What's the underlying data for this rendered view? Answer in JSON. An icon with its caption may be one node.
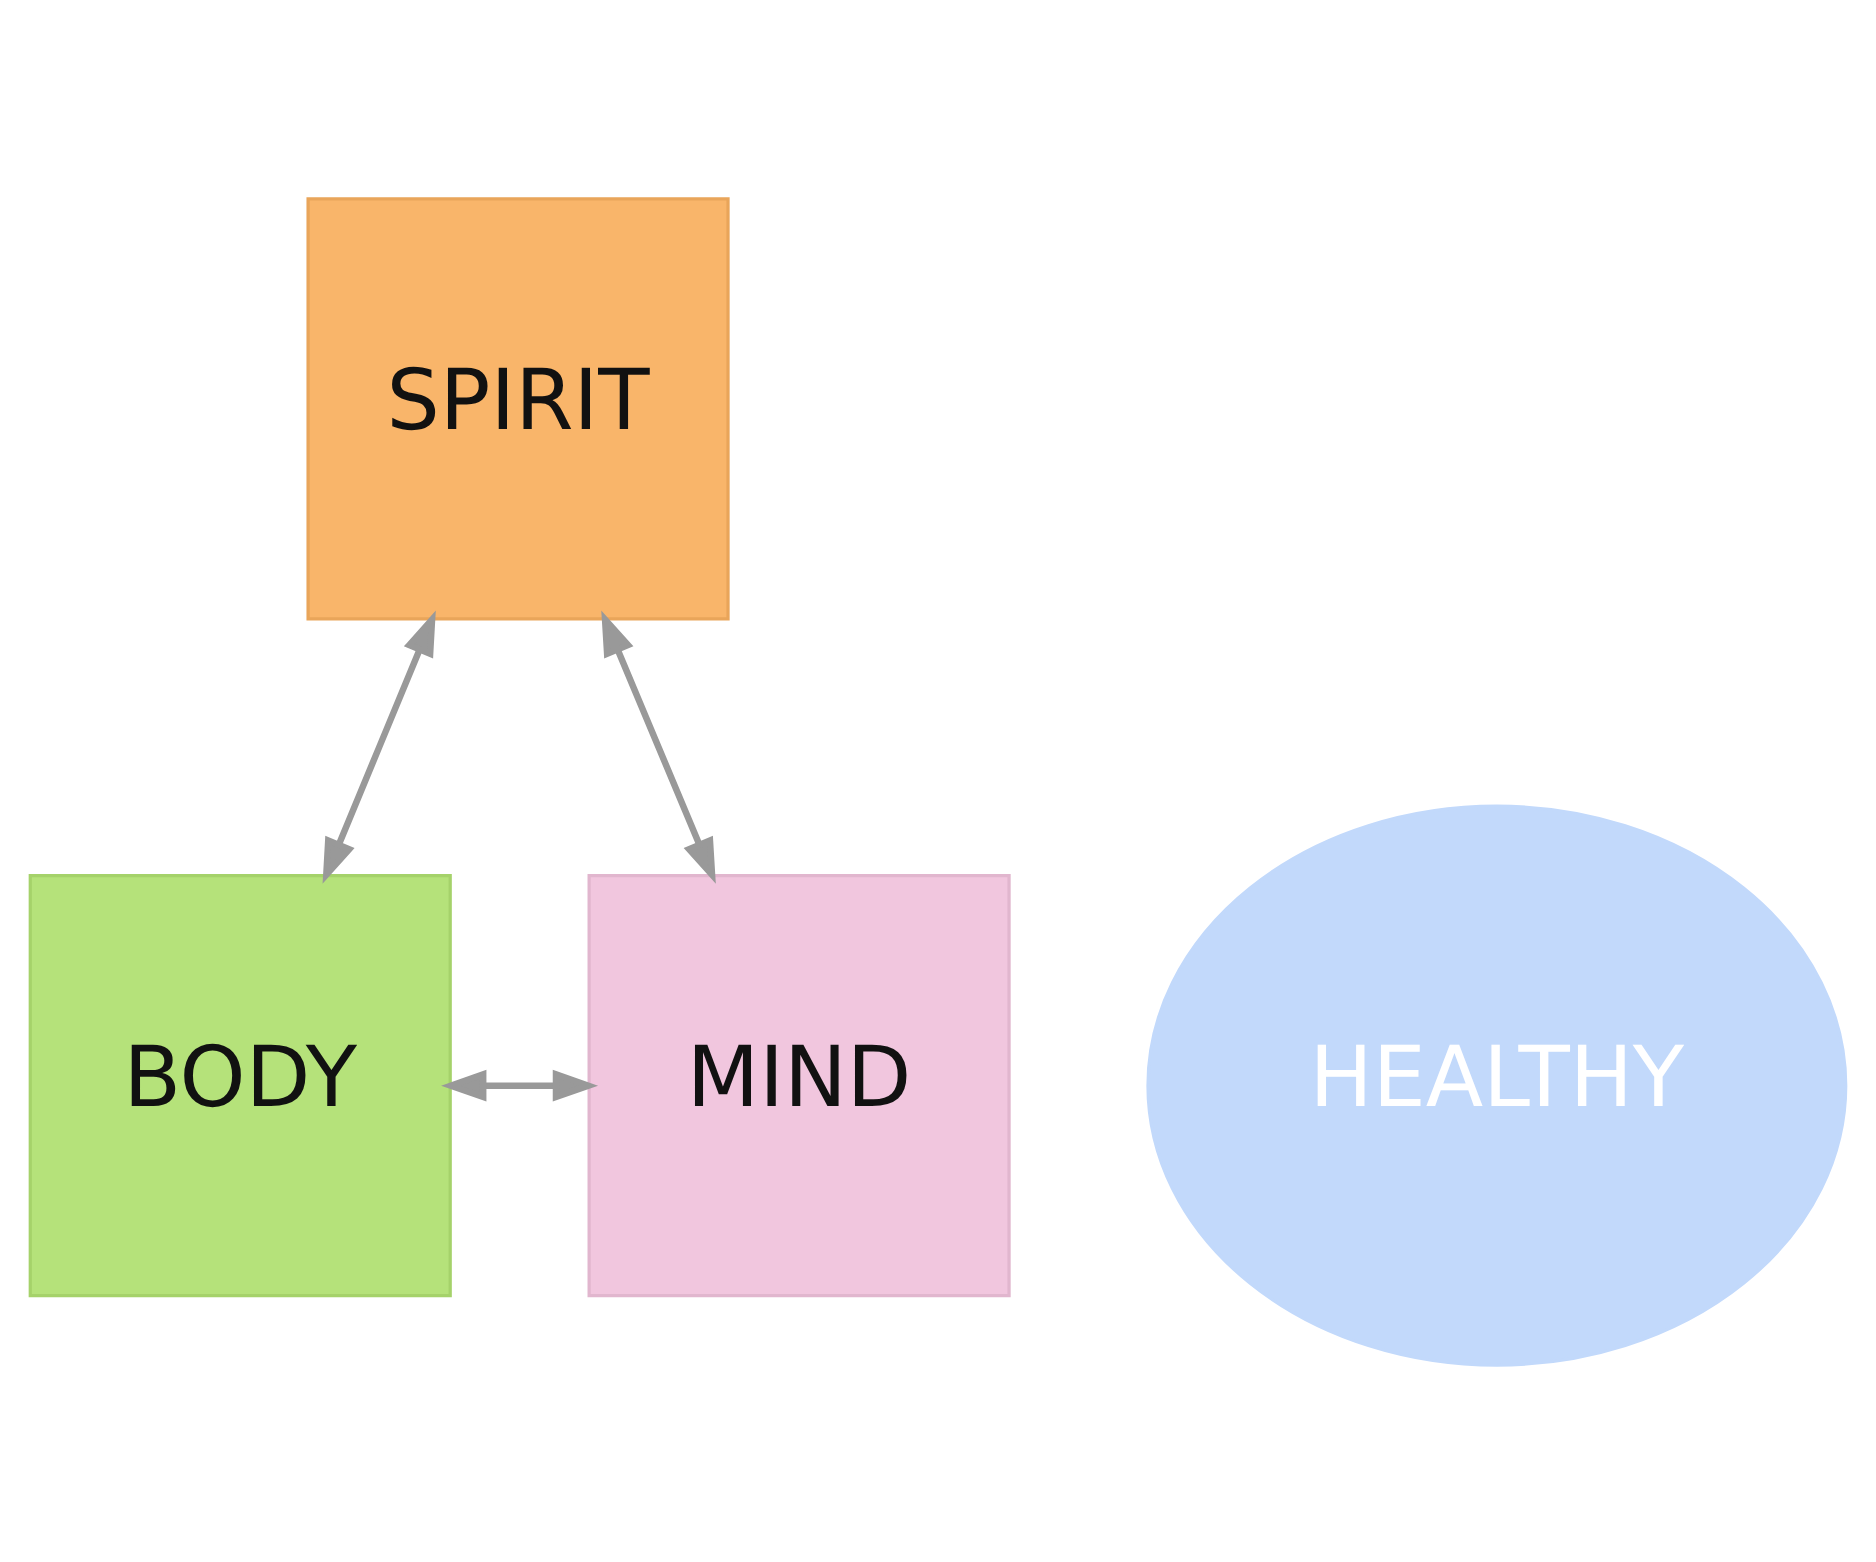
{
  "diagram": {
    "nodes": [
      {
        "text": [
          "SPIRIT"
        ]
      },
      {
        "text": [
          "HEALTHY"
        ]
      },
      {
        "text": [
          "BODY"
        ]
      },
      {
        "text": [
          "MIND"
        ]
      }
    ],
    "edges": [
      {
        "from": 0,
        "to": 2,
        "arrow": "both"
      },
      {
        "from": 0,
        "to": 3,
        "arrow": "both"
      },
      {
        "from": 2,
        "to": 3,
        "arrow": "both"
      }
    ]
  }
}
